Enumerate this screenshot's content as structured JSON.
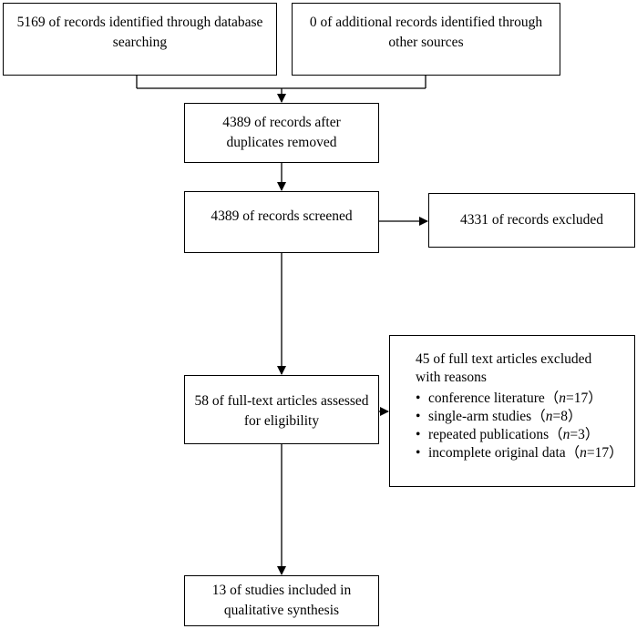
{
  "flow": {
    "db_search": {
      "line1": "5169 of records identified through database",
      "line2": "searching"
    },
    "other_sources": {
      "line1": "0 of additional records identified through",
      "line2": "other sources"
    },
    "after_duplicates": {
      "line1": "4389 of records after",
      "line2": "duplicates removed"
    },
    "screened": {
      "line1": "4389 of records screened"
    },
    "excluded": {
      "line1": "4331 of records excluded"
    },
    "full_text": {
      "line1": "58 of full-text articles assessed",
      "line2": "for eligibility"
    },
    "full_text_excluded": {
      "line1": "45 of full text articles excluded",
      "line2": "with reasons",
      "reasons": [
        {
          "label": "conference literature（",
          "n": "17",
          "close": "）"
        },
        {
          "label": "single-arm studies（",
          "n": "8",
          "close": "）"
        },
        {
          "label": "repeated publications（",
          "n": "3",
          "close": "）"
        },
        {
          "label": "incomplete original data（",
          "n": "17",
          "close": "）"
        }
      ],
      "n_symbol": "n",
      "equals": "="
    },
    "included": {
      "line1": "13 of studies included in",
      "line2": "qualitative synthesis"
    }
  }
}
